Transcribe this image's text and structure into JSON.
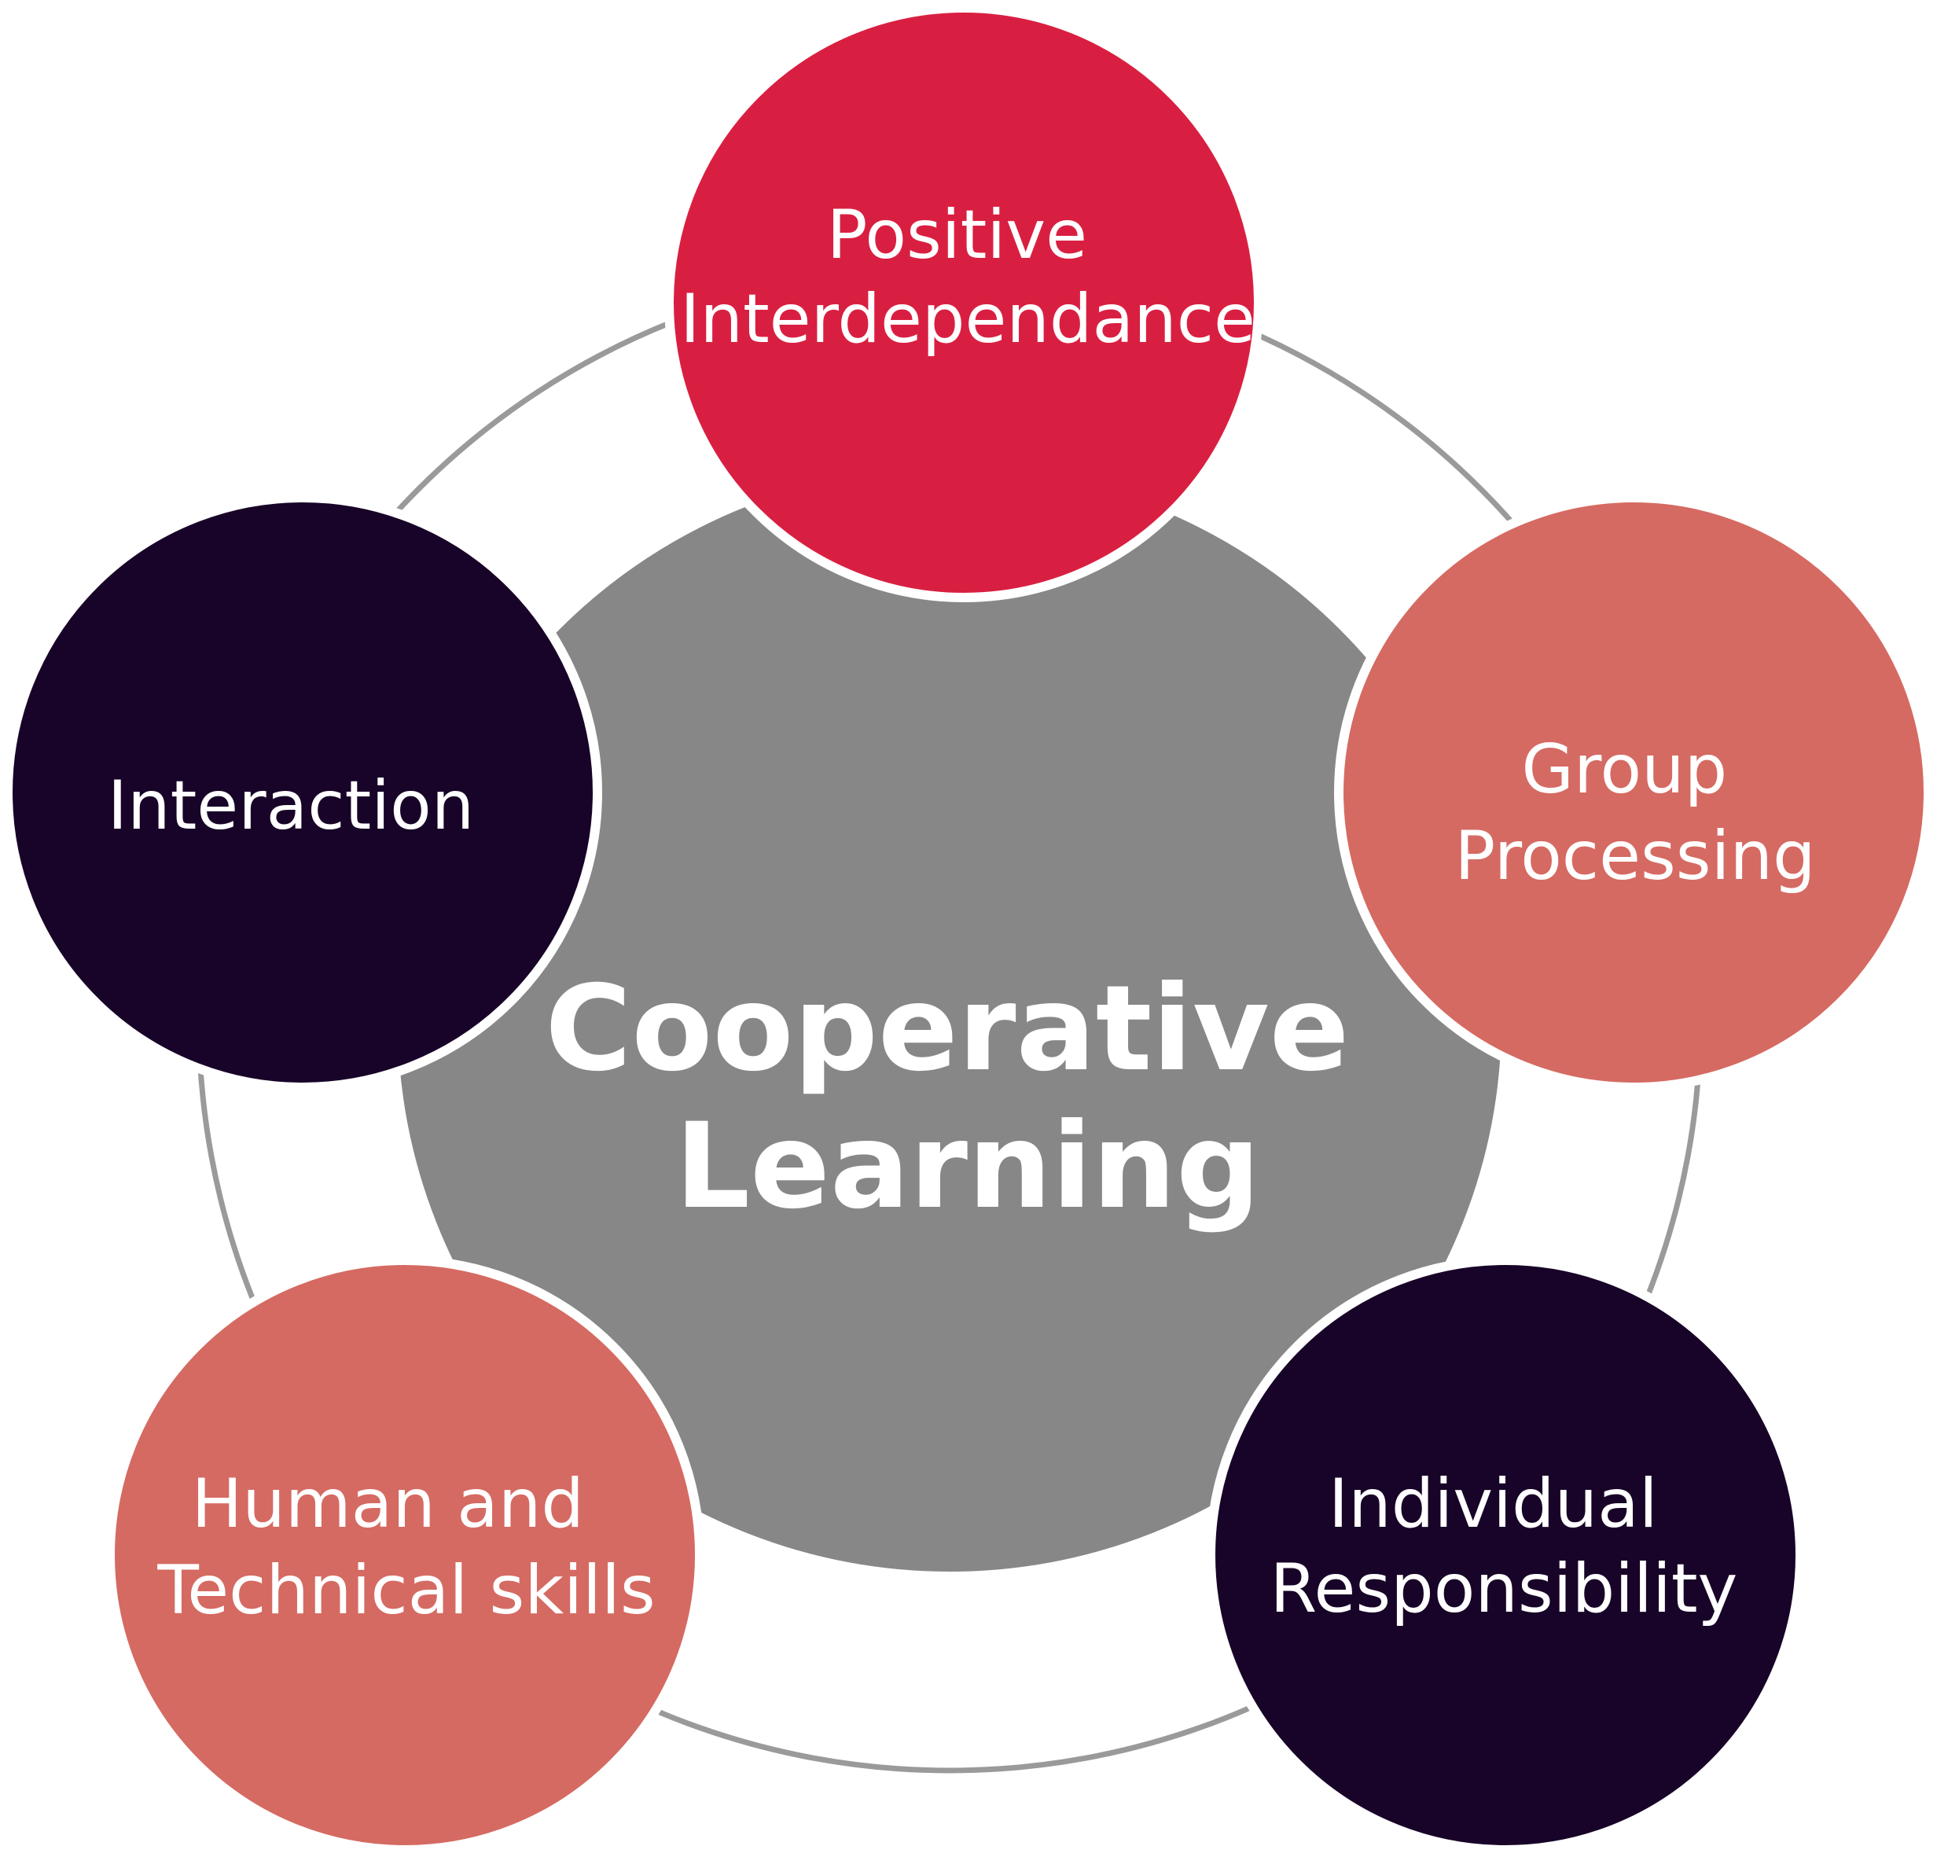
{
  "diagram": {
    "center": {
      "lines": [
        "Cooperative",
        "Learning"
      ],
      "color": "#878787"
    },
    "ring_color": "#9a9a9a",
    "outline_color": "#ffffff",
    "nodes": [
      {
        "id": "positive-interdependance",
        "lines": [
          "Positive",
          "Interdependance"
        ],
        "color": "#d91f41"
      },
      {
        "id": "group-processing",
        "lines": [
          "Group",
          "Processing"
        ],
        "color": "#d56a62"
      },
      {
        "id": "individual-responsibility",
        "lines": [
          "Individual",
          "Responsibility"
        ],
        "color": "#180428"
      },
      {
        "id": "human-and-technical-skills",
        "lines": [
          "Human and",
          "Technical skills"
        ],
        "color": "#d56a62"
      },
      {
        "id": "interaction",
        "lines": [
          "Interaction"
        ],
        "color": "#180428"
      }
    ]
  }
}
